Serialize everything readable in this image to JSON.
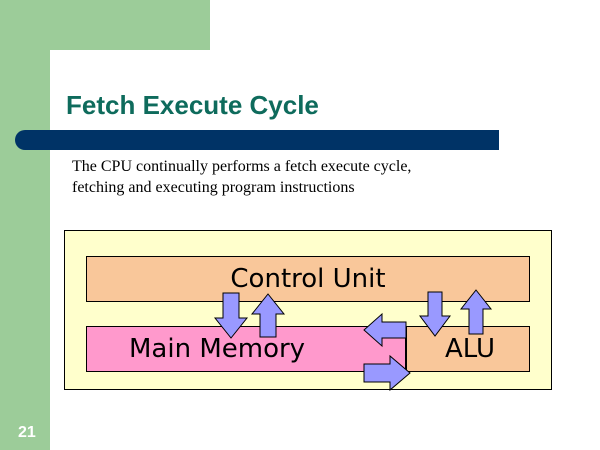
{
  "slide": {
    "title": "Fetch Execute Cycle",
    "body_lines": [
      "The CPU continually performs a fetch execute cycle,",
      "fetching and executing program instructions"
    ],
    "page_number": "21"
  },
  "diagram": {
    "control_unit": "Control Unit",
    "main_memory": "Main Memory",
    "alu": "ALU"
  },
  "colors": {
    "side_green": "#9ccc99",
    "title_teal": "#0e6b5c",
    "title_bar": "#003366",
    "diagram_bg": "#ffffcc",
    "control_unit": "#f9c79a",
    "main_memory": "#ff99cc",
    "alu": "#f9c79a",
    "arrow_fill": "#9999ff"
  }
}
